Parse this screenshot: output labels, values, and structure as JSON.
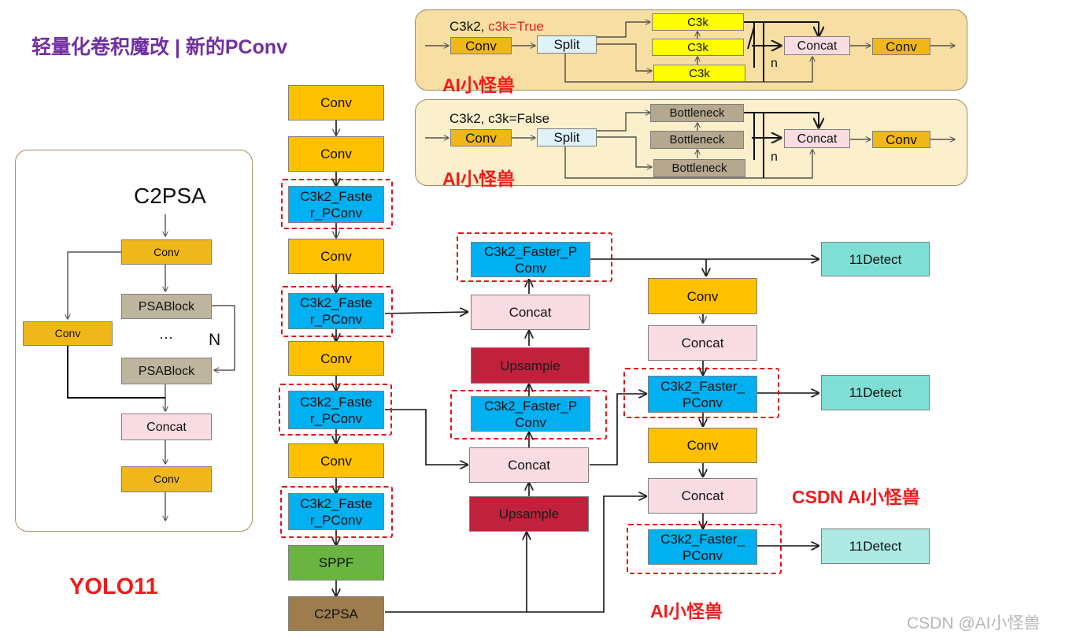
{
  "title": "轻量化卷积魔改 | 新的PConv",
  "brand_label": "AI小怪兽",
  "csdn_brand": "CSDN AI小怪兽",
  "watermark": "CSDN @AI小怪兽",
  "yolo_label": "YOLO11",
  "colors": {
    "title": "#7030a0",
    "red": "#ee1c1c",
    "conv": "#ffc000",
    "faster": "#00b0f0",
    "concat": "#f9dde2",
    "upsample": "#c0213d",
    "sppf": "#6ab542",
    "c2psa": "#9d7d4d",
    "detect": "#7fdfd5"
  },
  "c2psa_panel": {
    "heading": "C2PSA",
    "conv_top": "Conv",
    "conv_side": "Conv",
    "psablock_1": "PSABlock",
    "psablock_2": "PSABlock",
    "ellipsis": "···",
    "n_label": "N",
    "concat": "Concat",
    "conv_bottom": "Conv"
  },
  "c3k_true_panel": {
    "label_prefix": "C3k2,",
    "label_flag": "c3k=True",
    "conv_in": "Conv",
    "split": "Split",
    "block_1": "C3k",
    "block_2": "C3k",
    "block_3": "C3k",
    "concat": "Concat",
    "conv_out": "Conv",
    "n_label": "n"
  },
  "c3k_false_panel": {
    "label": "C3k2, c3k=False",
    "conv_in": "Conv",
    "split": "Split",
    "block_1": "Bottleneck",
    "block_2": "Bottleneck",
    "block_3": "Bottleneck",
    "concat": "Concat",
    "conv_out": "Conv",
    "n_label": "n"
  },
  "backbone": [
    "Conv",
    "Conv",
    "C3k2_Faste\nr_PConv",
    "Conv",
    "C3k2_Faste\nr_PConv",
    "Conv",
    "C3k2_Faste\nr_PConv",
    "Conv",
    "C3k2_Faste\nr_PConv",
    "SPPF",
    "C2PSA"
  ],
  "neck_mid": {
    "faster_top": "C3k2_Faster_P\nConv",
    "concat_top": "Concat",
    "upsample_top": "Upsample",
    "faster_mid": "C3k2_Faster_P\nConv",
    "concat_bottom": "Concat",
    "upsample_bottom": "Upsample"
  },
  "neck_right": {
    "conv_1": "Conv",
    "concat_1": "Concat",
    "faster_1": "C3k2_Faster_\nPConv",
    "conv_2": "Conv",
    "concat_2": "Concat",
    "faster_2": "C3k2_Faster_\nPConv"
  },
  "detect": [
    "11Detect",
    "11Detect",
    "11Detect"
  ]
}
